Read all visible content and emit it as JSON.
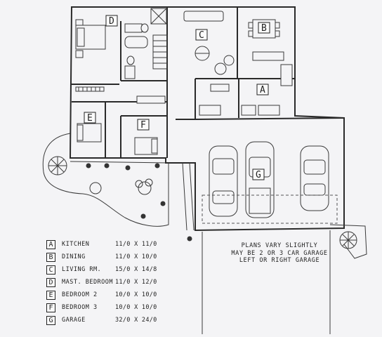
{
  "room_labels": {
    "A": "A",
    "B": "B",
    "C": "C",
    "D": "D",
    "E": "E",
    "F": "F",
    "G": "G"
  },
  "legend": [
    {
      "key": "A",
      "name": "KITCHEN",
      "size": "11/0 X 11/0"
    },
    {
      "key": "B",
      "name": "DINING",
      "size": "11/0 X 10/0"
    },
    {
      "key": "C",
      "name": "LIVING RM.",
      "size": "15/0 X 14/8"
    },
    {
      "key": "D",
      "name": "MAST. BEDROOM",
      "size": "11/0 X 12/0"
    },
    {
      "key": "E",
      "name": "BEDROOM 2",
      "size": "10/0 X 10/0"
    },
    {
      "key": "F",
      "name": "BEDROOM 3",
      "size": "10/0 X 10/0"
    },
    {
      "key": "G",
      "name": "GARAGE",
      "size": "32/0 X 24/0"
    }
  ],
  "note": [
    "PLANS VARY SLIGHTLY",
    "MAY BE 2 OR 3 CAR GARAGE",
    "LEFT OR RIGHT GARAGE"
  ]
}
